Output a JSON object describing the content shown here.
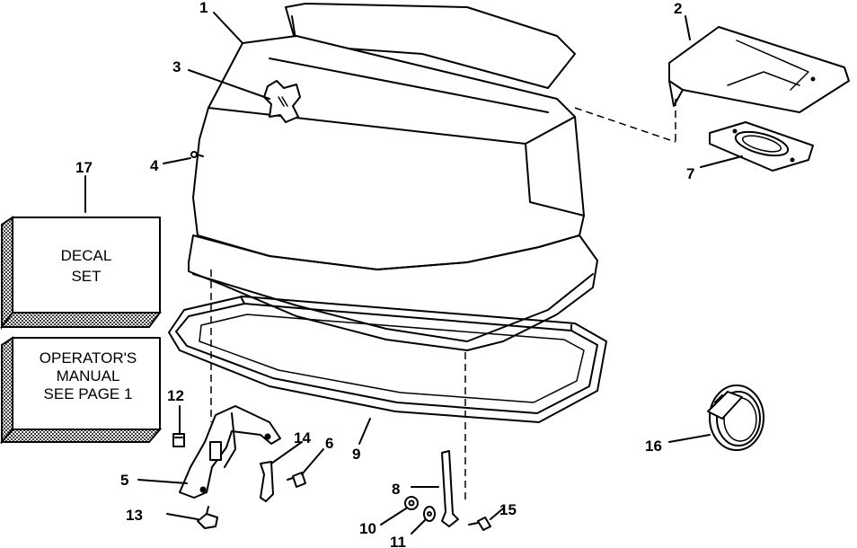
{
  "callouts": {
    "c1": "1",
    "c2": "2",
    "c3": "3",
    "c4": "4",
    "c5": "5",
    "c6": "6",
    "c7": "7",
    "c8": "8",
    "c9": "9",
    "c10": "10",
    "c11": "11",
    "c12": "12",
    "c13": "13",
    "c14": "14",
    "c15": "15",
    "c16": "16",
    "c17": "17"
  },
  "decal_box": {
    "line1": "DECAL",
    "line2": "SET"
  },
  "manual_box": {
    "line1": "OPERATOR'S",
    "line2": "MANUAL",
    "line3": "SEE PAGE 1"
  }
}
